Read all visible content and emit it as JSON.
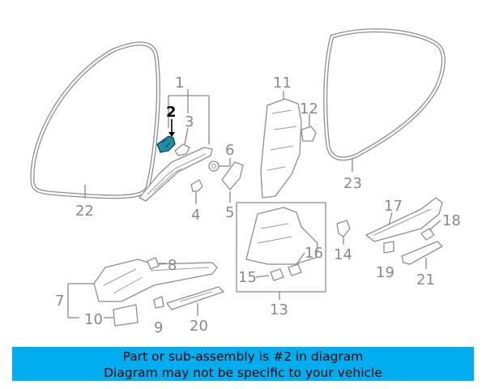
{
  "diagram": {
    "callouts": {
      "c1": "1",
      "c2": "2",
      "c3": "3",
      "c4": "4",
      "c5": "5",
      "c6": "6",
      "c7": "7",
      "c8": "8",
      "c9": "9",
      "c10": "10",
      "c11": "11",
      "c12": "12",
      "c13": "13",
      "c14": "14",
      "c15": "15",
      "c16": "16",
      "c17": "17",
      "c18": "18",
      "c19": "19",
      "c20": "20",
      "c21": "21",
      "c22": "22",
      "c23": "23"
    },
    "highlighted_part": "2",
    "colors": {
      "line": "#8e8e8e",
      "highlight_fill": "#1f8fa8",
      "highlight_text": "#000000"
    }
  },
  "banner": {
    "line1": "Part or sub-assembly is #2 in diagram",
    "line2": "Diagram may not be specific to your vehicle",
    "background": "#00aeef"
  }
}
